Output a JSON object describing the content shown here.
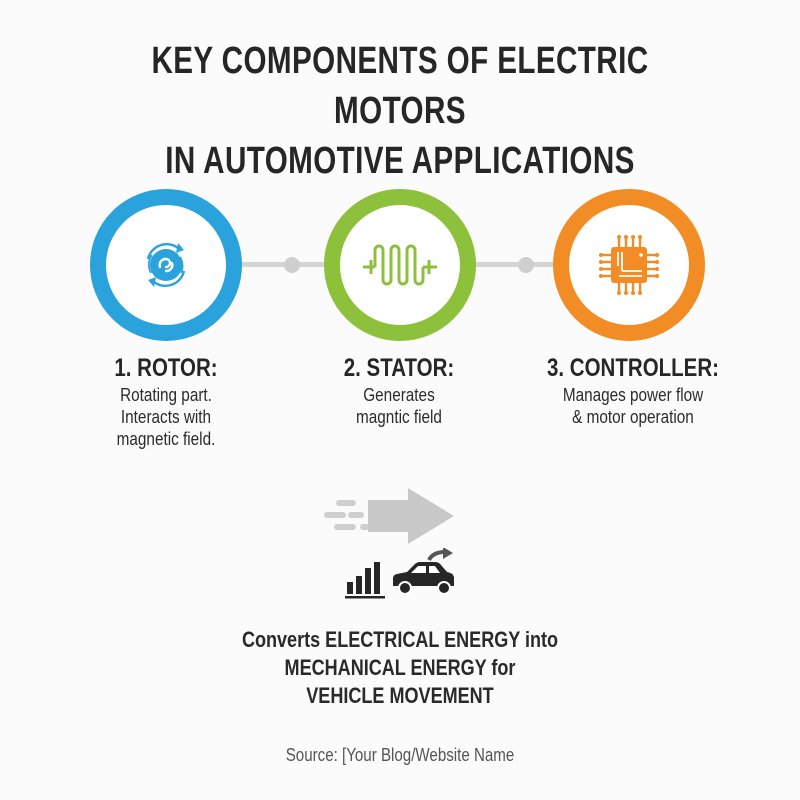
{
  "header": {
    "title_line1": "KEY COMPONENTS OF ELECTRIC MOTORS",
    "title_line2": "IN AUTOMOTIVE APPLICATIONS"
  },
  "colors": {
    "rotor": "#2aa3dc",
    "stator": "#8dc13b",
    "controller": "#f28c25",
    "connector": "#d4d4d4",
    "text": "#262626",
    "arrow": "#c8c8c8"
  },
  "components": [
    {
      "icon": "rotation-icon",
      "title": "1. ROTOR:",
      "desc_lines": [
        "Rotating part.",
        "Interacts with",
        "magnetic field."
      ]
    },
    {
      "icon": "coil-icon",
      "title": "2. STATOR:",
      "desc_lines": [
        "Generates",
        "magntic field"
      ]
    },
    {
      "icon": "chip-icon",
      "title": "3. CONTROLLER:",
      "desc_lines": [
        "Manages power flow",
        "& motor operation"
      ]
    }
  ],
  "graphics": {
    "arrow": "motion-arrow-icon",
    "bars": "bar-chart-icon",
    "car": "car-icon",
    "curved_arrow": "curved-arrow-icon"
  },
  "summary": {
    "line1": "Converts ELECTRICAL ENERGY into",
    "line2": "MECHANICAL ENERGY for",
    "line3": "VEHICLE MOVEMENT"
  },
  "footer": {
    "source": "Source: [Your Blog/Website Name"
  }
}
